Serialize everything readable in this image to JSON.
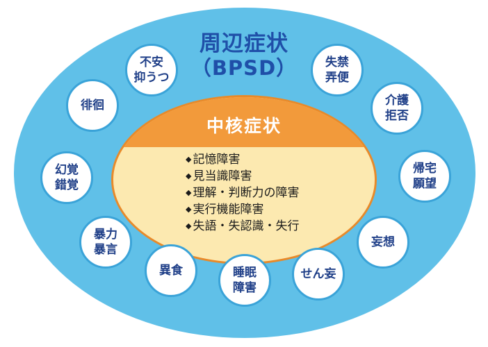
{
  "peripheral": {
    "title": "周辺症状",
    "subtitle": "（BPSD）"
  },
  "core": {
    "title": "中核症状",
    "items": [
      "記憶障害",
      "見当識障害",
      "理解・判断力の障害",
      "実行機能障害",
      "失語・失認識・失行"
    ]
  },
  "symptoms": [
    "不安\n抑うつ",
    "失禁\n弄便",
    "介護\n拒否",
    "帰宅\n願望",
    "妄想",
    "せん妄",
    "睡眠\n障害",
    "異食",
    "暴力\n暴言",
    "幻覚\n錯覚",
    "徘徊"
  ],
  "colors": {
    "outer": "#60c0e8",
    "bubble_border": "#3aa3d8",
    "core_band": "#f29a3b",
    "core_fill": "#fce9b0",
    "title_text": "#1f4fa8"
  }
}
